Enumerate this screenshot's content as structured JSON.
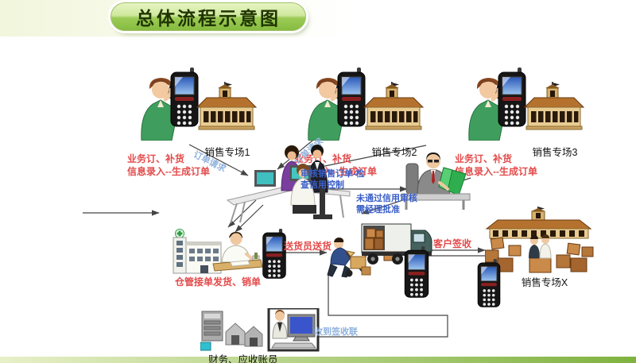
{
  "title": "总体流程示意图",
  "stores": [
    {
      "name": "销售专场1",
      "note_line1": "业务订、补货",
      "note_line2": "信息录入--生成订单",
      "order_arrow_label": "订单请求"
    },
    {
      "name": "销售专场2",
      "note_line1": "业务订、补货",
      "note_line2": "信息录入--生成订单",
      "order_arrow_label": "订单请求"
    },
    {
      "name": "销售专场3",
      "note_line1": "业务订、补货",
      "note_line2": "信息录入--生成订单"
    }
  ],
  "order_center": {
    "review_line1": "审核销售订单-检",
    "review_line2": "查信用控制",
    "reject_line1": "未通过信用审核",
    "reject_line2": "需经理批准"
  },
  "warehouse": {
    "label": "仓管接单发货、销单"
  },
  "delivery": {
    "ship_label": "送货员送货",
    "customer_sign_label": "客户签收",
    "receipt_label": "收到签收联"
  },
  "store_x": {
    "name": "销售专场X"
  },
  "finance": {
    "label": "财务、应收账员"
  },
  "icons": {
    "pda": "pda-handheld-terminal",
    "store": "store-building",
    "clerk_phone": "clerk-on-phone",
    "order_desk": "order-entry-team",
    "manager": "manager-with-green-folder",
    "warehouse_building": "warehouse-building",
    "warehouse_clerk": "warehouse-clerk-writing",
    "porter": "porter-with-boxes",
    "truck": "delivery-truck",
    "boxes": "goods-boxes",
    "finance_station": "finance-computer-station"
  },
  "colors": {
    "red_text": "#e34b4b",
    "blue_text": "#3a5fc8",
    "light_blue_text": "#8fb2dd",
    "badge_top": "#d8ecae",
    "badge_bottom": "#86bb3f",
    "badge_text": "#203500",
    "bottom_bar": "#7fb23f",
    "arrow": "#444444"
  }
}
